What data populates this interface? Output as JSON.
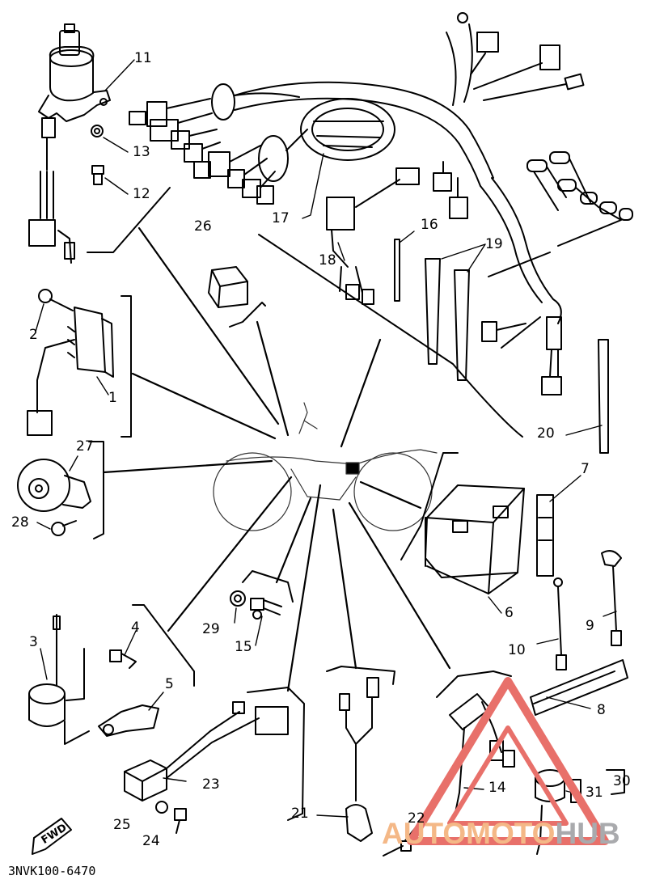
{
  "diagram": {
    "part_numbers": {
      "p1": "1",
      "p2": "2",
      "p3": "3",
      "p4": "4",
      "p5": "5",
      "p6": "6",
      "p7": "7",
      "p8": "8",
      "p9": "9",
      "p10": "10",
      "p11": "11",
      "p12": "12",
      "p13": "13",
      "p14": "14",
      "p15": "15",
      "p16": "16",
      "p17": "17",
      "p18": "18",
      "p19": "19",
      "p20": "20",
      "p21": "21",
      "p22": "22",
      "p23": "23",
      "p24": "24",
      "p25": "25",
      "p26": "26",
      "p27": "27",
      "p28": "28",
      "p29": "29",
      "p30": "30",
      "p31": "31"
    },
    "fwd_label": "FWD",
    "drawing_code": "3NVK100-6470"
  },
  "watermark": {
    "part_a": "AUTOMOTO",
    "part_b": "HUB"
  },
  "colors": {
    "line": "#000000",
    "watermark_triangle": "#e8706a",
    "watermark_orange": "#f4b887",
    "watermark_gray": "#a9aaad"
  }
}
